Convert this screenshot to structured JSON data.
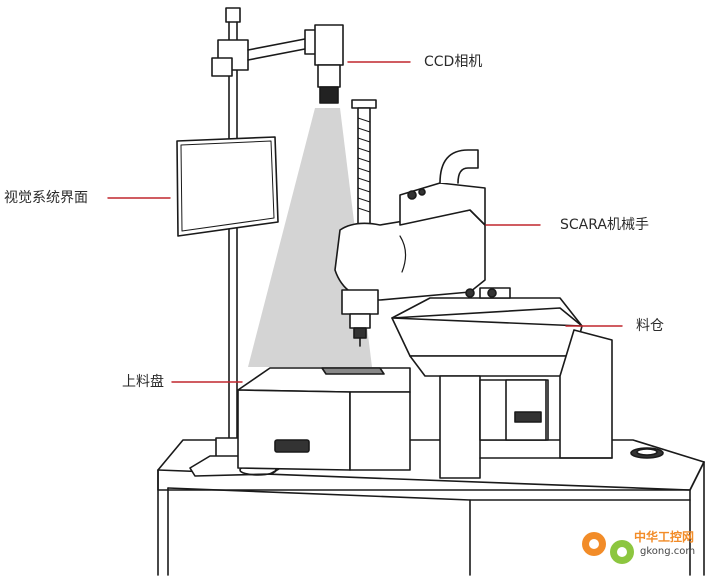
{
  "labels": {
    "ccd_camera": "CCD相机",
    "vision_ui": "视觉系统界面",
    "scara_robot": "SCARA机械手",
    "hopper": "料仓",
    "loading_tray": "上料盘"
  },
  "watermark": {
    "brand": "中华工控网",
    "url": "gkong.com"
  },
  "colors": {
    "line": "#1a1a1a",
    "leader": "#c0262d",
    "light_cone": "#d4d4d4",
    "watermark_orange": "#f28c28",
    "watermark_green": "#8cc63f"
  }
}
